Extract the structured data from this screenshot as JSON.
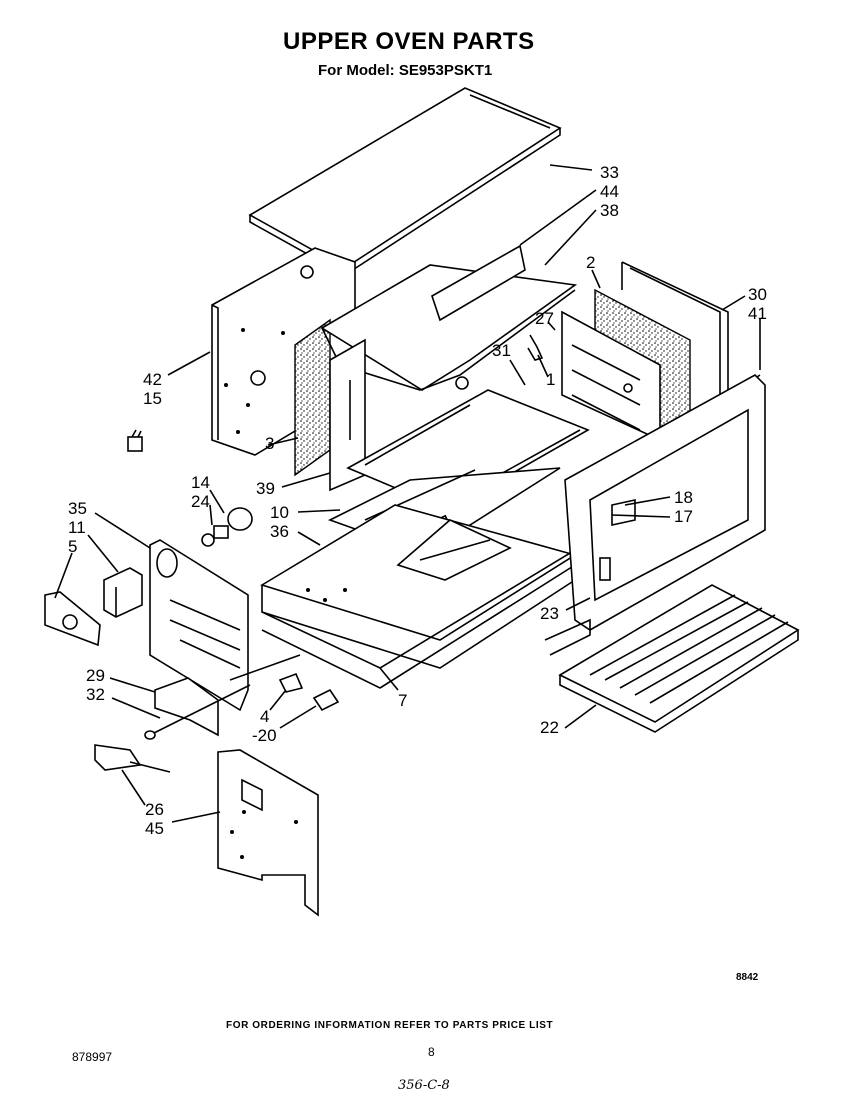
{
  "header": {
    "title": "UPPER OVEN PARTS",
    "model_label": "For Model:",
    "model_number": "SE953PSKT1"
  },
  "callouts": [
    "33",
    "44",
    "38",
    "2",
    "30",
    "41",
    "27",
    "1",
    "31",
    "42",
    "15",
    "3",
    "39",
    "14",
    "24",
    "10",
    "36",
    "18",
    "17",
    "35",
    "11",
    "5",
    "23",
    "22",
    "29",
    "32",
    "4",
    "-20",
    "7",
    "26",
    "45"
  ],
  "footer": {
    "figure_number": "8842",
    "ordering_note": "FOR ORDERING INFORMATION REFER TO PARTS PRICE LIST",
    "page_number": "8",
    "document_number": "878997",
    "handwritten_note": "356-C-8"
  }
}
